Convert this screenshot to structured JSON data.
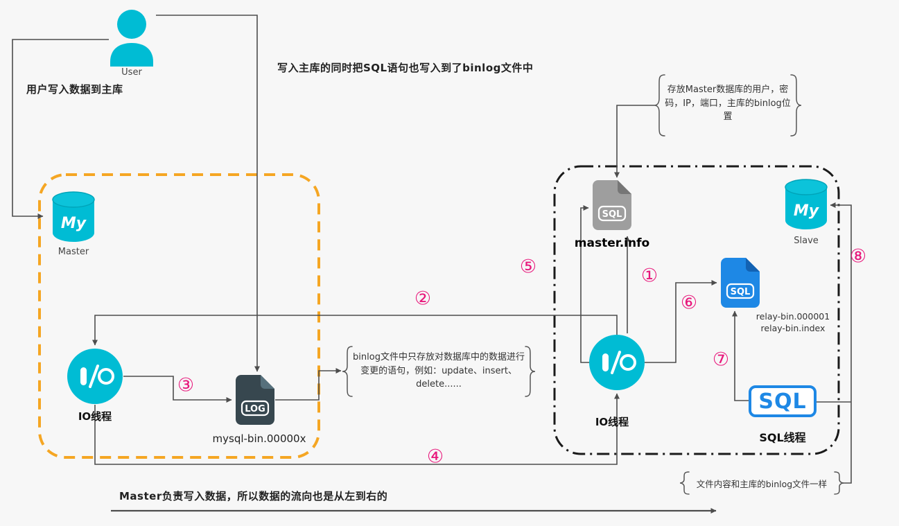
{
  "colors": {
    "cyan": "#00bcd4",
    "orange_dashed_box": "#f5a623",
    "slave_box_border": "#1a1a1a",
    "step_magenta": "#e8187c",
    "relay_blue": "#1e88e5",
    "master_info_gray": "#9e9e9e",
    "binlog_dark": "#37474f",
    "wire": "#4d4d4d",
    "background": "#f7f7f7"
  },
  "user": {
    "label": "User",
    "caption": "用户写入数据到主库"
  },
  "notes": {
    "top": "写入主库的同时把SQL语句也写入到了binlog文件中",
    "binlog": "binlog文件中只存放对数据库中的数据进行变更的语句，例如：update、insert、delete......",
    "master_info": "存放Master数据库的用户，密码，IP，端口，主库的binlog位置",
    "relay": "文件内容和主库的binlog文件一样",
    "bottom": "Master负责写入数据，所以数据的流向也是从左到右的"
  },
  "master_box": {
    "db_label": "Master",
    "io_label": "IO线程",
    "binlog_file": "mysql-bin.00000x"
  },
  "slave_box": {
    "master_info_label": "master.info",
    "io_label": "IO线程",
    "relay_files": [
      "relay-bin.000001",
      "relay-bin.index"
    ],
    "sql_thread_badge": "SQL",
    "sql_thread_label": "SQL线程",
    "db_label": "Slave"
  },
  "icons": {
    "mysql": "My",
    "log": "LOG",
    "sql": "SQL"
  },
  "steps": [
    "①",
    "②",
    "③",
    "④",
    "⑤",
    "⑥",
    "⑦",
    "⑧"
  ]
}
